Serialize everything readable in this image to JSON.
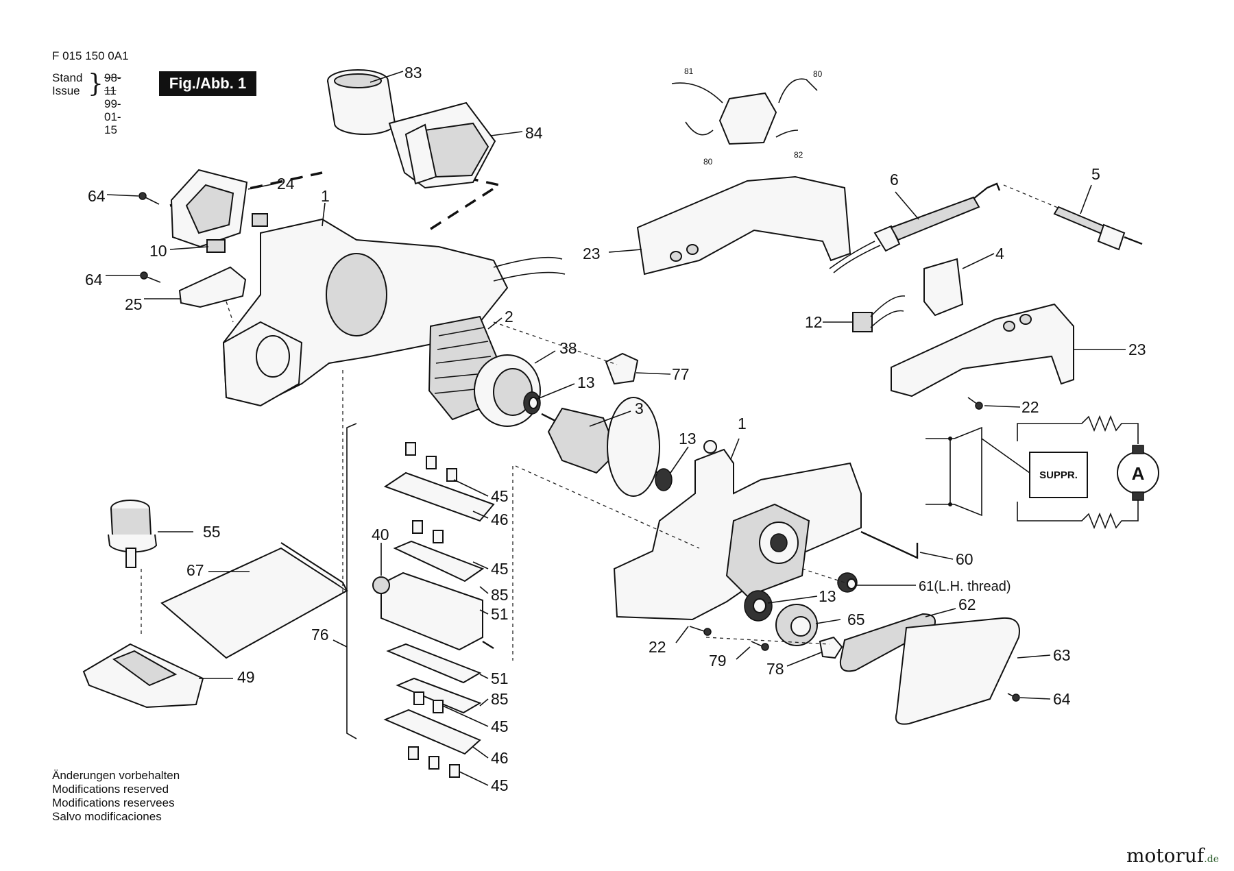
{
  "header": {
    "doc_number": "F 015 150 0A1",
    "stand_label": "Stand",
    "issue_label": "Issue",
    "stand_date": "98-11",
    "issue_date": "99-01-15",
    "figure_tag": "Fig./Abb. 1"
  },
  "notes": [
    "Änderungen vorbehalten",
    "Modifications reserved",
    "Modifications reservees",
    "Salvo modificaciones"
  ],
  "brand": {
    "name": "motoruf",
    "tld": ".de"
  },
  "circuit": {
    "suppressor_label": "SUPPR.",
    "motor_label": "A"
  },
  "callouts": {
    "c83": "83",
    "c84": "84",
    "c24": "24",
    "c64a": "64",
    "c1a": "1",
    "c10": "10",
    "c64b": "64",
    "c25": "25",
    "c2": "2",
    "c38": "38",
    "c13a": "13",
    "c77": "77",
    "c3": "3",
    "c13b": "13",
    "c1b": "1",
    "c81": "81",
    "c80a": "80",
    "c80b": "80",
    "c82": "82",
    "c6": "6",
    "c5": "5",
    "c23a": "23",
    "c4": "4",
    "c12": "12",
    "c23b": "23",
    "c22a": "22",
    "c45a": "45",
    "c46a": "46",
    "c55": "55",
    "c40": "40",
    "c67": "67",
    "c45b": "45",
    "c85a": "85",
    "c51a": "51",
    "c76": "76",
    "c51b": "51",
    "c85b": "85",
    "c49": "49",
    "c45c": "45",
    "c46b": "46",
    "c45d": "45",
    "c60": "60",
    "c61": "61(L.H. thread)",
    "c13c": "13",
    "c65": "65",
    "c62": "62",
    "c22b": "22",
    "c79": "79",
    "c78": "78",
    "c63": "63",
    "c64c": "64"
  }
}
